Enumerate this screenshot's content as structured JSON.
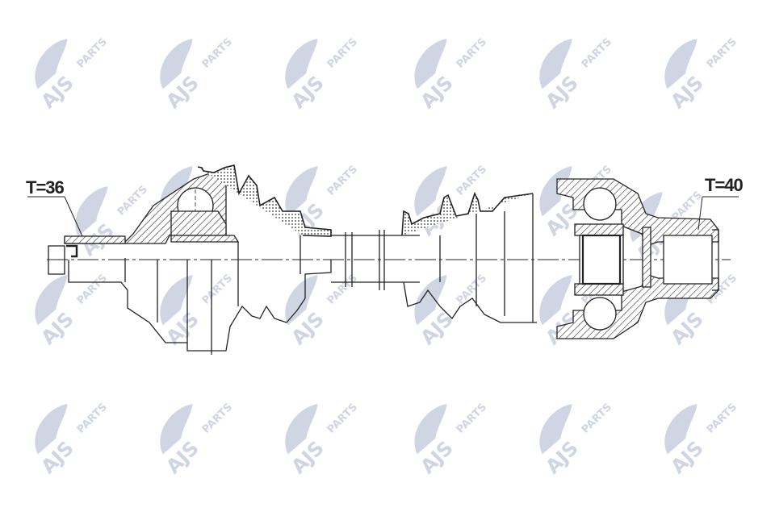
{
  "drawing": {
    "left_label": "T=36",
    "right_label": "T=40"
  },
  "watermark": {
    "brand": "AJS",
    "suffix": "PARTS",
    "color": "#c3cbdd"
  },
  "colors": {
    "line": "#222222",
    "background": "#ffffff"
  }
}
